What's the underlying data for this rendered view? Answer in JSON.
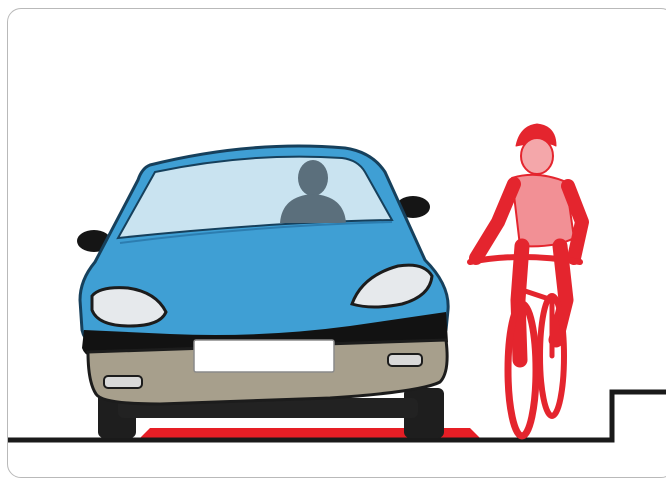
{
  "scene": {
    "frame": "rounded-border-panel",
    "elements": [
      "car-front-view",
      "driver-silhouette",
      "cyclist",
      "road-surface",
      "kerb-step",
      "red-marking"
    ],
    "colors": {
      "car_body": "#3f9fd4",
      "car_body_dark": "#1f6f9e",
      "windshield": "#c9e3f0",
      "bumper": "#a79f8c",
      "driver": "#5b6f7c",
      "cyclist": "#e4252e",
      "road_marking": "#e61e25",
      "road_line": "#1a1a1a",
      "frame_border": "#b9b9b9"
    }
  }
}
